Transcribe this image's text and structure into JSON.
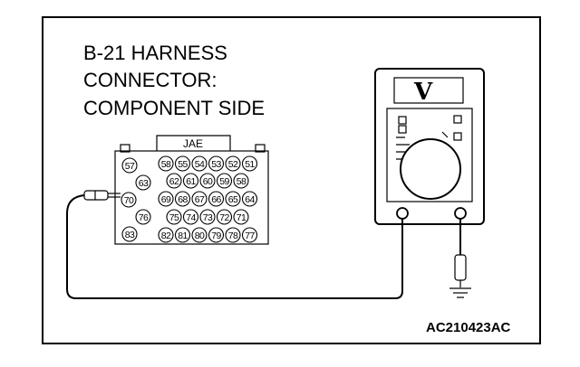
{
  "title": {
    "line1": "B-21 HARNESS",
    "line2": "CONNECTOR:",
    "line3": "COMPONENT SIDE"
  },
  "reference_code": "AC210423AC",
  "connector": {
    "brand": "JAE",
    "pins": {
      "row1": [
        "58",
        "55",
        "54",
        "53",
        "52",
        "51"
      ],
      "row2": [
        "62",
        "61",
        "60",
        "59",
        "58"
      ],
      "row3": [
        "69",
        "68",
        "67",
        "66",
        "65",
        "64"
      ],
      "row4": [
        "75",
        "74",
        "73",
        "72",
        "71"
      ],
      "row5": [
        "82",
        "81",
        "80",
        "79",
        "78",
        "77"
      ],
      "left": [
        "57",
        "63",
        "70",
        "76",
        "83"
      ]
    }
  },
  "voltmeter": {
    "mode_symbol": "V"
  },
  "icons": [
    "voltmeter-icon",
    "probe-icon",
    "ground-symbol-icon"
  ]
}
